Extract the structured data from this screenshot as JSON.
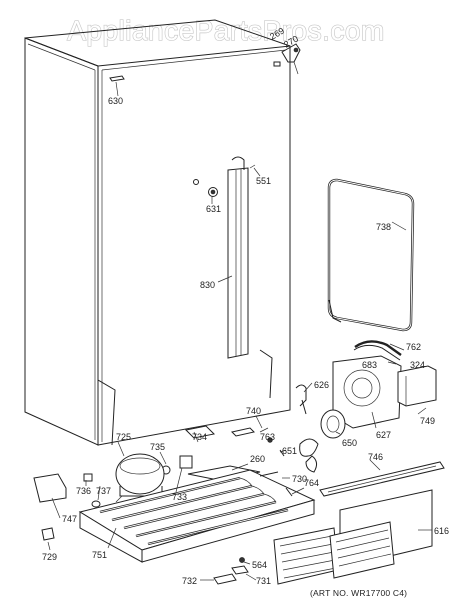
{
  "watermark": "AppliancePartsPros.com",
  "art_number": "(ART NO. WR17700 C4)",
  "parts": [
    {
      "id": "part-269",
      "label": "269"
    },
    {
      "id": "part-270",
      "label": "270"
    },
    {
      "id": "part-630",
      "label": "630"
    },
    {
      "id": "part-551",
      "label": "551"
    },
    {
      "id": "part-631",
      "label": "631"
    },
    {
      "id": "part-738",
      "label": "738"
    },
    {
      "id": "part-830",
      "label": "830"
    },
    {
      "id": "part-762",
      "label": "762"
    },
    {
      "id": "part-683",
      "label": "683"
    },
    {
      "id": "part-324",
      "label": "324"
    },
    {
      "id": "part-626",
      "label": "626"
    },
    {
      "id": "part-740",
      "label": "740"
    },
    {
      "id": "part-749",
      "label": "749"
    },
    {
      "id": "part-763",
      "label": "763"
    },
    {
      "id": "part-627",
      "label": "627"
    },
    {
      "id": "part-651",
      "label": "651"
    },
    {
      "id": "part-650",
      "label": "650"
    },
    {
      "id": "part-725",
      "label": "725"
    },
    {
      "id": "part-735",
      "label": "735"
    },
    {
      "id": "part-734",
      "label": "734"
    },
    {
      "id": "part-260",
      "label": "260"
    },
    {
      "id": "part-730",
      "label": "730"
    },
    {
      "id": "part-746",
      "label": "746"
    },
    {
      "id": "part-736",
      "label": "736"
    },
    {
      "id": "part-737",
      "label": "737"
    },
    {
      "id": "part-733",
      "label": "733"
    },
    {
      "id": "part-764",
      "label": "764"
    },
    {
      "id": "part-747",
      "label": "747"
    },
    {
      "id": "part-616",
      "label": "616"
    },
    {
      "id": "part-729",
      "label": "729"
    },
    {
      "id": "part-751",
      "label": "751"
    },
    {
      "id": "part-564",
      "label": "564"
    },
    {
      "id": "part-732",
      "label": "732"
    },
    {
      "id": "part-731",
      "label": "731"
    }
  ]
}
